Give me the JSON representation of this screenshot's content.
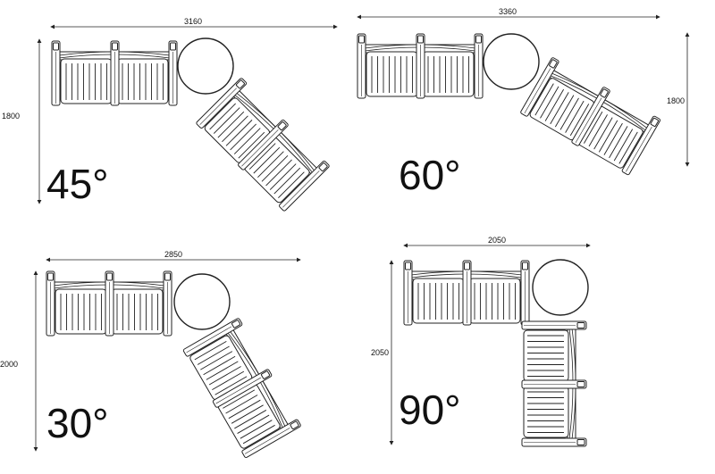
{
  "variants": [
    {
      "angle_label": "45°",
      "width_label": "3160",
      "height_label": "1800",
      "angle_deg": 45
    },
    {
      "angle_label": "60°",
      "width_label": "3360",
      "height_label": "1800",
      "angle_deg": 60
    },
    {
      "angle_label": "30°",
      "width_label": "2850",
      "height_label": "2000",
      "angle_deg": 30
    },
    {
      "angle_label": "90°",
      "width_label": "2050",
      "height_label": "2050",
      "angle_deg": 90
    }
  ]
}
